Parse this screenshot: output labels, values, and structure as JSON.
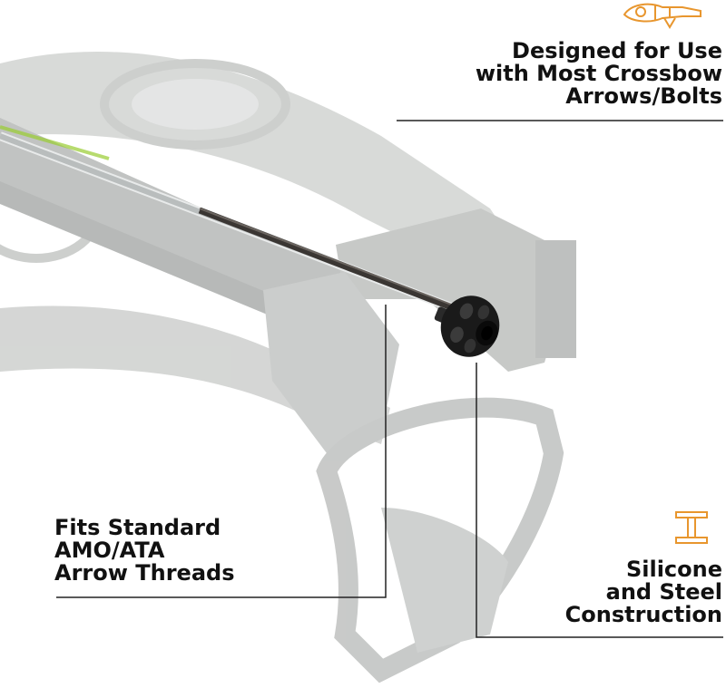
{
  "callouts": {
    "top_right": {
      "lines": [
        "Designed for Use",
        "with Most Crossbow",
        "Arrows/Bolts"
      ],
      "icon": "crossbow-icon"
    },
    "left": {
      "lines": [
        "Fits Standard",
        "AMO/ATA",
        "Arrow Threads"
      ]
    },
    "bottom_right": {
      "lines": [
        "Silicone",
        "and Steel",
        "Construction"
      ],
      "icon": "steel-beam-icon"
    }
  },
  "colors": {
    "text": "#111111",
    "leader_line": "#222222",
    "icon_accent": "#e8962e",
    "product_black": "#1a1a1a",
    "background_crossbow": "#c9cbca"
  },
  "product": {
    "name": "crossbow-arrow-with-silicone-dampener"
  }
}
